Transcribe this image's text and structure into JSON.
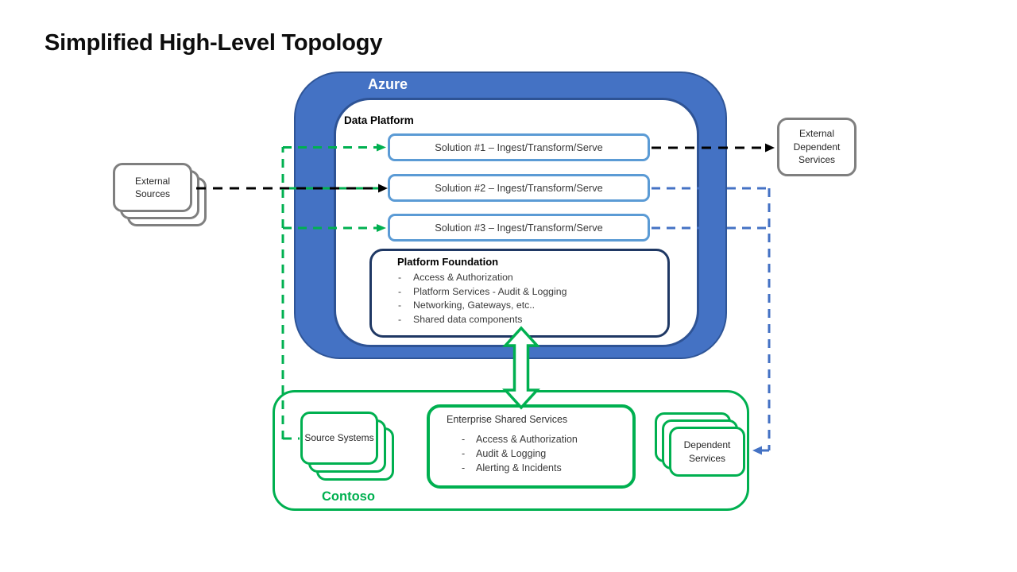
{
  "title": "Simplified High-Level Topology",
  "bullet_marker": "-",
  "colors": {
    "azure": "#4472C4",
    "azure_border": "#2F5597",
    "navy": "#1F3864",
    "dp_border": "#2E5395",
    "light_blue": "#5B9BD5",
    "green": "#00B050",
    "gray": "#7F7F7F",
    "blue_dash": "#4472C4",
    "ink": "#0d0d0d"
  },
  "azure": {
    "label": "Azure",
    "data_platform": {
      "label": "Data Platform",
      "solutions": [
        "Solution #1 – Ingest/Transform/Serve",
        "Solution #2 – Ingest/Transform/Serve",
        "Solution #3 – Ingest/Transform/Serve"
      ],
      "platform_foundation": {
        "title": "Platform Foundation",
        "bullets": [
          "Access & Authorization",
          "Platform Services - Audit & Logging",
          "Networking, Gateways, etc..",
          "Shared data components"
        ]
      }
    }
  },
  "external_sources": {
    "label": "External Sources"
  },
  "external_dependent_services": {
    "label": "External Dependent Services"
  },
  "contoso": {
    "label": "Contoso",
    "source_systems": {
      "label": "Source Systems"
    },
    "enterprise_shared_services": {
      "title": "Enterprise Shared Services",
      "bullets": [
        "Access & Authorization",
        "Audit & Logging",
        "Alerting & Incidents"
      ]
    },
    "dependent_services": {
      "label": "Dependent Services"
    }
  }
}
